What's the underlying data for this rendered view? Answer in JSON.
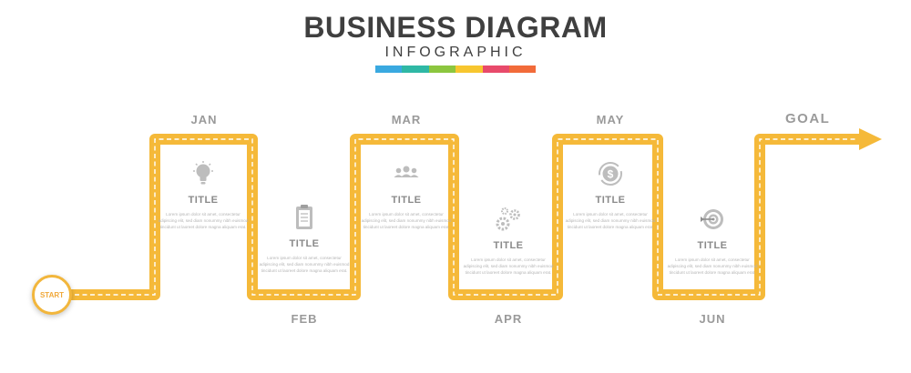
{
  "header": {
    "title": "BUSINESS DIAGRAM",
    "subtitle": "INFOGRAPHIC",
    "colorbar": [
      "#3aa9e0",
      "#2fb8a5",
      "#8cc63f",
      "#f7c62f",
      "#e84a6b",
      "#f26b3a"
    ]
  },
  "start": {
    "label": "START"
  },
  "goal": {
    "label": "GOAL"
  },
  "road_color": "#f5b939",
  "steps": [
    {
      "month": "JAN",
      "title": "TITLE",
      "icon": "lightbulb-icon",
      "body": "Lorem ipsum dolor sit amet, consectetur adipiscing elit, sed diam nonummy nibh euismod tincidunt ut laoreet dolore magna aliquam erat."
    },
    {
      "month": "FEB",
      "title": "TITLE",
      "icon": "clipboard-icon",
      "body": "Lorem ipsum dolor sit amet, consectetur adipiscing elit, sed diam nonummy nibh euismod tincidunt ut laoreet dolore magna aliquam erat."
    },
    {
      "month": "MAR",
      "title": "TITLE",
      "icon": "team-icon",
      "body": "Lorem ipsum dolor sit amet, consectetur adipiscing elit, sed diam nonummy nibh euismod tincidunt ut laoreet dolore magna aliquam erat."
    },
    {
      "month": "APR",
      "title": "TITLE",
      "icon": "gears-icon",
      "body": "Lorem ipsum dolor sit amet, consectetur adipiscing elit, sed diam nonummy nibh euismod tincidunt ut laoreet dolore magna aliquam erat."
    },
    {
      "month": "MAY",
      "title": "TITLE",
      "icon": "dollar-cycle-icon",
      "body": "Lorem ipsum dolor sit amet, consectetur adipiscing elit, sed diam nonummy nibh euismod tincidunt ut laoreet dolore magna aliquam erat."
    },
    {
      "month": "JUN",
      "title": "TITLE",
      "icon": "target-icon",
      "body": "Lorem ipsum dolor sit amet, consectetur adipiscing elit, sed diam nonummy nibh euismod tincidunt ut laoreet dolore magna aliquam erat."
    }
  ]
}
